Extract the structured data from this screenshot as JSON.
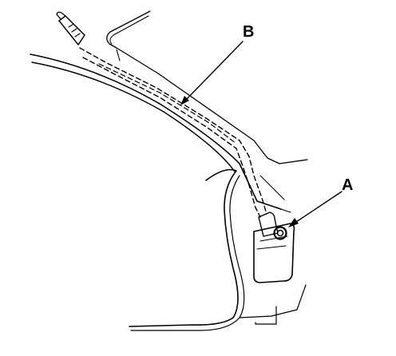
{
  "figure": {
    "callouts": [
      {
        "id": "A",
        "text": "A"
      },
      {
        "id": "B",
        "text": "B"
      }
    ]
  }
}
